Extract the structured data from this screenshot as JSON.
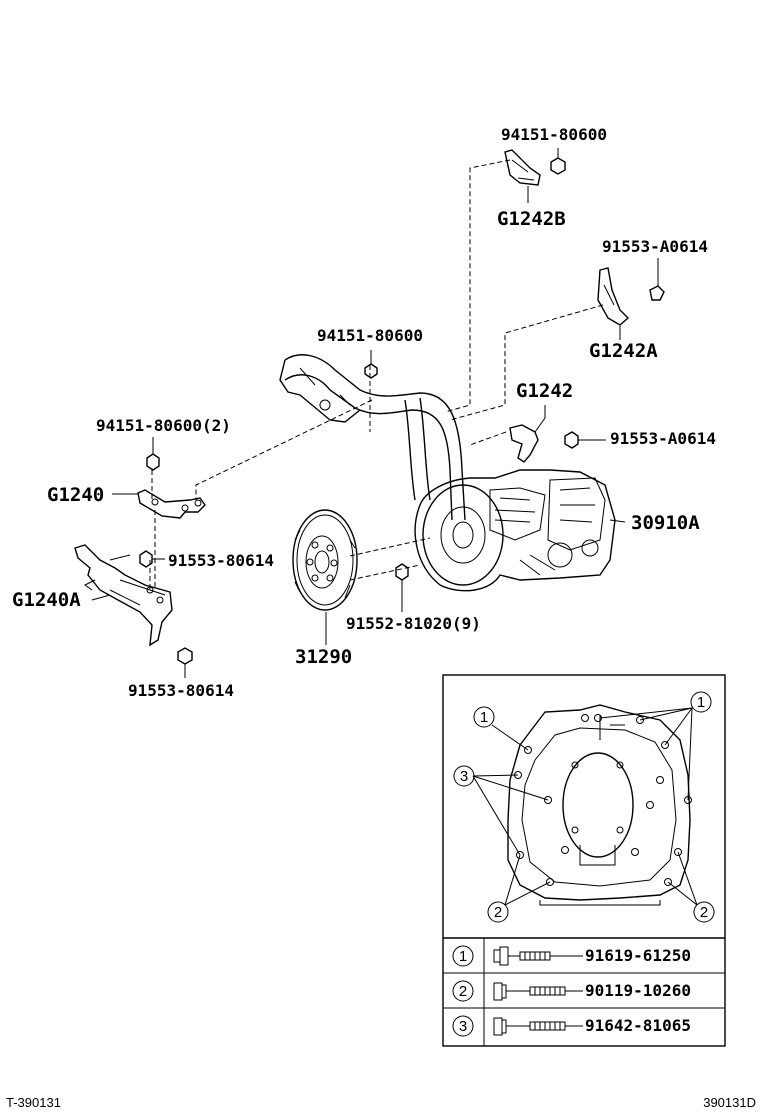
{
  "labels": {
    "bracket_b_nut": "94151-80600",
    "bracket_b": "G1242B",
    "bracket_a_bolt": "91553-A0614",
    "bracket_a": "G1242A",
    "pipe_nut": "94151-80600",
    "bracket_g1242": "G1242",
    "bracket_g1242_bolt": "91553-A0614",
    "bracket_g1240_nut": "94151-80600(2)",
    "bracket_g1240": "G1240",
    "bracket_g1240a_bolt_upper": "91553-80614",
    "bracket_g1240a": "G1240A",
    "bracket_g1240a_bolt_lower": "91553-80614",
    "transmission": "30910A",
    "drive_plate_bolt": "91552-81020(9)",
    "drive_plate": "31290"
  },
  "inset": {
    "callouts": [
      "1",
      "2",
      "3"
    ],
    "bolts": [
      {
        "ref": "1",
        "part_no": "91619-61250"
      },
      {
        "ref": "2",
        "part_no": "90119-10260"
      },
      {
        "ref": "3",
        "part_no": "91642-81065"
      }
    ]
  },
  "footer": {
    "left": "T-390131",
    "right": "390131D"
  }
}
